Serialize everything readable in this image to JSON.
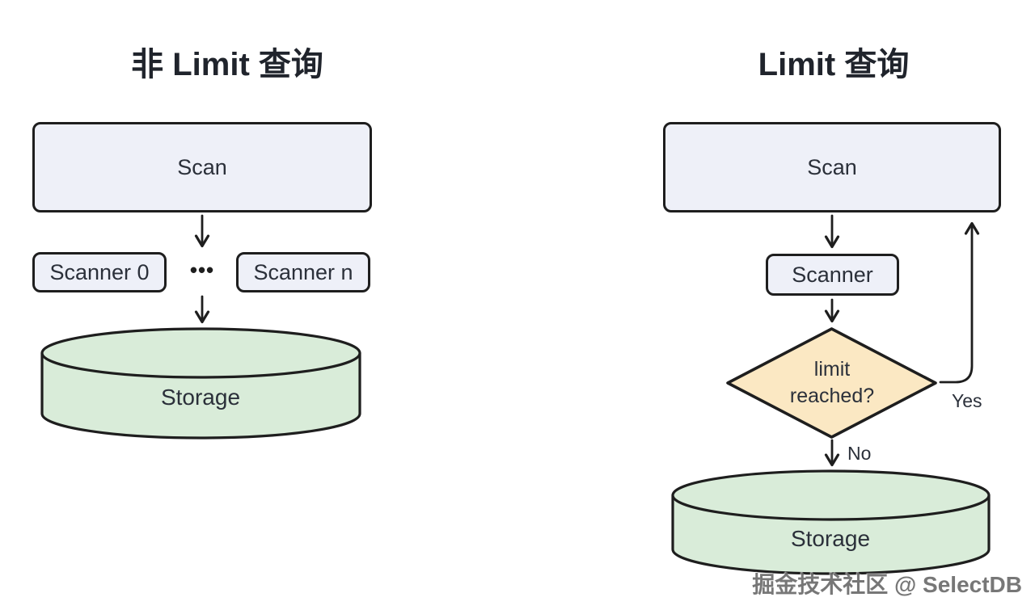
{
  "colors": {
    "background": "#ffffff",
    "stroke": "#1e1e1e",
    "node_fill": "#eef0f8",
    "storage_fill": "#d9ecd9",
    "decision_fill": "#fbe8c3",
    "text": "#2b303a"
  },
  "diagrams": {
    "left": {
      "title": "非 Limit 查询",
      "nodes": {
        "scan": "Scan",
        "scanner0": "Scanner 0",
        "dots": "•••",
        "scanner_n": "Scanner n",
        "storage": "Storage"
      }
    },
    "right": {
      "title": "Limit 查询",
      "nodes": {
        "scan": "Scan",
        "scanner": "Scanner",
        "decision_line1": "limit",
        "decision_line2": "reached?",
        "storage": "Storage"
      },
      "edges": {
        "yes": "Yes",
        "no": "No"
      }
    }
  },
  "watermark": {
    "text": "掘金技术社区 @ SelectDB"
  }
}
